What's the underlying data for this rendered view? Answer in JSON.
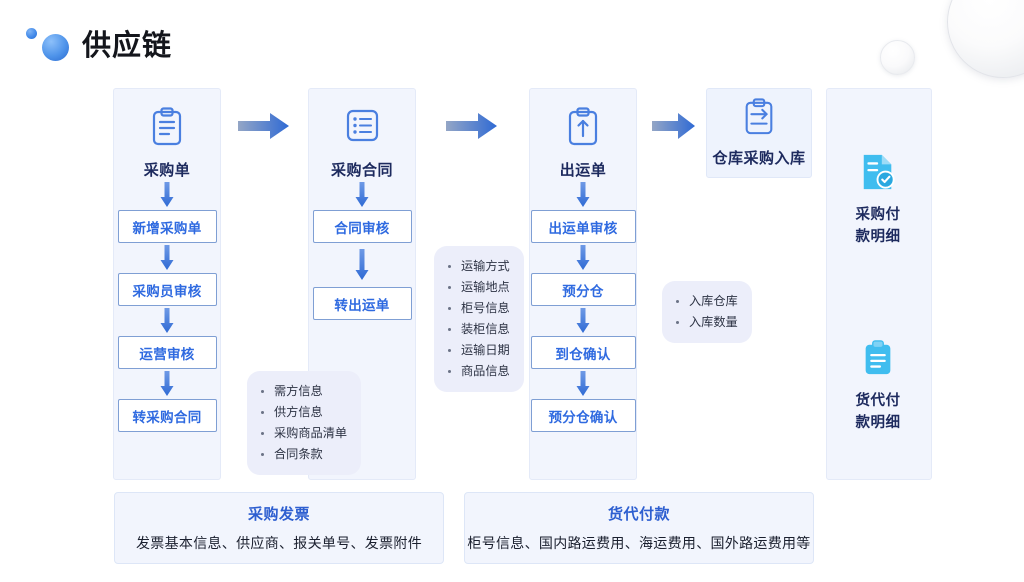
{
  "page": {
    "title": "供应链",
    "background": "#ffffff",
    "accent": "#2f6ae0",
    "panel_bg": "#f2f5fd",
    "callout_bg": "#eceefa",
    "cyan": "#3fb9ec"
  },
  "decor": {
    "title_dot_small": "small-blue-dot",
    "title_dot_big": "big-blue-dot",
    "corner_sphere_big": "white-sphere-large",
    "corner_sphere_small": "white-sphere-small"
  },
  "flow": {
    "columns": [
      {
        "id": "purchase-order",
        "icon": "clipboard-lines-icon",
        "label": "采购单",
        "steps": [
          "新增采购单",
          "采购员审核",
          "运营审核",
          "转采购合同"
        ]
      },
      {
        "id": "purchase-contract",
        "icon": "list-box-icon",
        "label": "采购合同",
        "steps": [
          "合同审核",
          "转出运单"
        ]
      },
      {
        "id": "shipping-order",
        "icon": "clipboard-up-arrow-icon",
        "label": "出运单",
        "steps": [
          "出运单审核",
          "预分仓",
          "到仓确认",
          "预分仓确认"
        ]
      }
    ],
    "solo_card": {
      "id": "warehouse-inbound",
      "icon": "clipboard-arrow-right-icon",
      "label": "仓库采购入库"
    },
    "arrows": [
      "arrow-right-1",
      "arrow-right-2",
      "arrow-right-3"
    ]
  },
  "callouts": [
    {
      "id": "contract-fields",
      "items": [
        "需方信息",
        "供方信息",
        "采购商品清单",
        "合同条款"
      ]
    },
    {
      "id": "shipping-fields",
      "items": [
        "运输方式",
        "运输地点",
        "柜号信息",
        "装柜信息",
        "运输日期",
        "商品信息"
      ]
    },
    {
      "id": "inbound-fields",
      "items": [
        "入库仓库",
        "入库数量"
      ]
    }
  ],
  "right_panel": {
    "items": [
      {
        "id": "purchase-payment",
        "icon": "document-check-icon",
        "label": "采购付\n款明细",
        "line1": "采购付",
        "line2": "款明细"
      },
      {
        "id": "forwarder-payment",
        "icon": "clipboard-cyan-icon",
        "label": "货代付\n款明细",
        "line1": "货代付",
        "line2": "款明细"
      }
    ]
  },
  "bottom_cards": [
    {
      "id": "purchase-invoice",
      "title": "采购发票",
      "subtitle": "发票基本信息、供应商、报关单号、发票附件"
    },
    {
      "id": "forwarder-payment-card",
      "title": "货代付款",
      "subtitle": "柜号信息、国内路运费用、海运费用、国外路运费用等"
    }
  ]
}
